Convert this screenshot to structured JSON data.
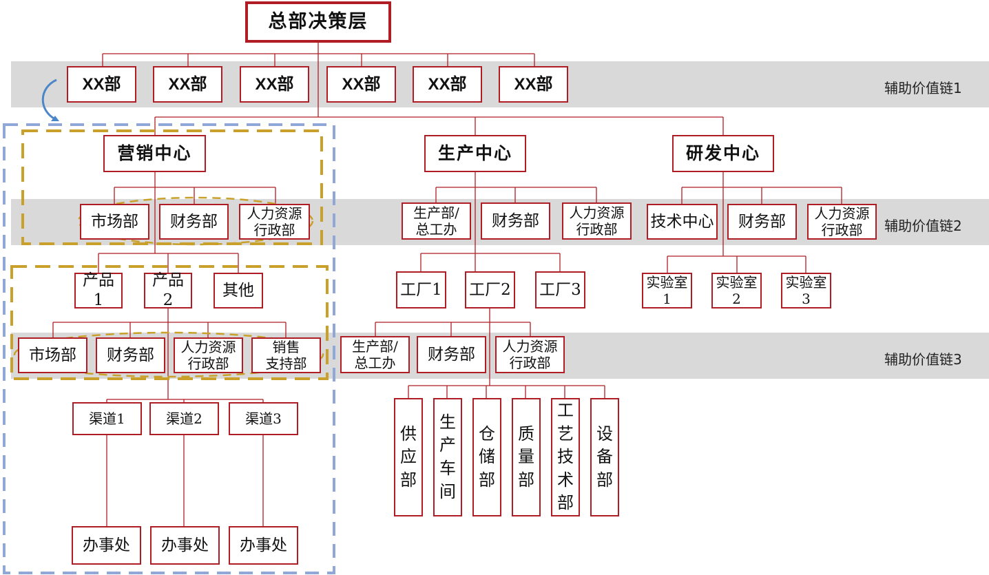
{
  "headquarters": "总部决策层",
  "functional_depts": [
    "XX部",
    "XX部",
    "XX部",
    "XX部",
    "XX部",
    "XX部"
  ],
  "band_labels": {
    "chain1": "辅助价值链1",
    "chain2": "辅助价值链2",
    "chain3": "辅助价值链3"
  },
  "marketing": {
    "title": "营销中心",
    "support": [
      "市场部",
      "财务部",
      "人力资源\n行政部"
    ],
    "products": [
      "产品\n1",
      "产品\n2",
      "其他"
    ],
    "product_support": [
      "市场部",
      "财务部",
      "人力资源\n行政部",
      "销售\n支持部"
    ],
    "channels": [
      "渠道1",
      "渠道2",
      "渠道3"
    ],
    "offices": [
      "办事处",
      "办事处",
      "办事处"
    ]
  },
  "production": {
    "title": "生产中心",
    "support": [
      "生产部/\n总工办",
      "财务部",
      "人力资源\n行政部"
    ],
    "factories": [
      "工厂1",
      "工厂2",
      "工厂3"
    ],
    "factory_support": [
      "生产部/\n总工办",
      "财务部",
      "人力资源\n行政部"
    ],
    "workshops": [
      "供应部",
      "生产车间",
      "仓储部",
      "质量部",
      "工艺技术部",
      "设备部"
    ]
  },
  "rnd": {
    "title": "研发中心",
    "support": [
      "技术中心",
      "财务部",
      "人力资源\n行政部"
    ],
    "labs": [
      "实验室1",
      "实验室2",
      "实验室3"
    ]
  },
  "colors": {
    "box_border": "#b01c24",
    "band": "#d9d9d9",
    "dash_gold": "#c8a02a",
    "dash_blue": "#8fa8d8",
    "arrow": "#4a86c8"
  }
}
